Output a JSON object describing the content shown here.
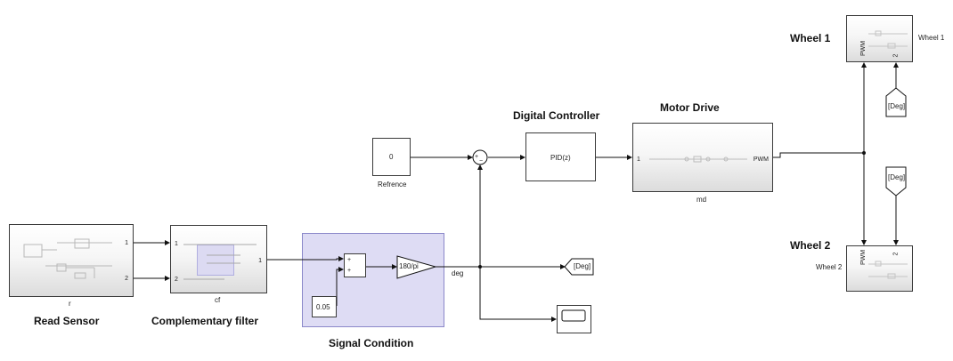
{
  "subsystem_titles": {
    "read_sensor": "Read Sensor",
    "complementary_filter": "Complementary filter",
    "signal_condition": "Signal Condition",
    "digital_controller": "Digital Controller",
    "motor_drive": "Motor Drive",
    "wheel1": "Wheel 1",
    "wheel2": "Wheel 2"
  },
  "block_names": {
    "read_sensor": "r",
    "complementary_filter": "cf",
    "motor_drive": "md",
    "reference": "Refrence",
    "wheel1_inner": "Wheel 1",
    "wheel2_inner": "Wheel 2"
  },
  "block_values": {
    "reference_constant": "0",
    "offset_constant": "0.05",
    "gain": "180/pi",
    "pid": "PID(z)",
    "goto_tag": "[Deg]",
    "from_tag_1": "[Deg]",
    "from_tag_2": "[Deg]"
  },
  "ports": {
    "read_sensor_out1": "1",
    "read_sensor_out2": "2",
    "cf_in1": "1",
    "cf_in2": "2",
    "cf_out1": "1",
    "sum1_plus1": "+",
    "sum1_plus2": "+",
    "sum2_plus": "+",
    "sum2_minus": "−",
    "md_in": "1",
    "md_out": "PWM",
    "wheel_pwm": "PWM",
    "wheel_in2": "2"
  },
  "signal_labels": {
    "deg": "deg"
  }
}
